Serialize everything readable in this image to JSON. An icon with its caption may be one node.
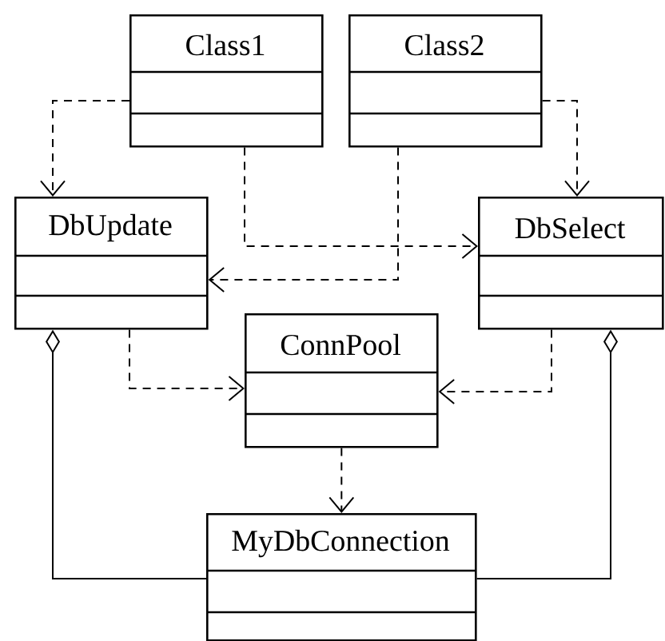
{
  "diagram": {
    "nodes": [
      {
        "text": [
          "Class1"
        ]
      },
      {
        "text": [
          "Class2"
        ]
      },
      {
        "text": [
          "DbUpdate"
        ]
      },
      {
        "text": [
          "DbSelect"
        ]
      },
      {
        "text": [
          "ConnPool"
        ]
      },
      {
        "text": [
          "MyDbConnection"
        ]
      }
    ],
    "edges": [
      {
        "from": 0,
        "to": 2,
        "arrow": "to",
        "style": "dashed"
      },
      {
        "from": 1,
        "to": 3,
        "arrow": "to",
        "style": "dashed"
      },
      {
        "from": 0,
        "to": 3,
        "arrow": "to",
        "style": "dashed"
      },
      {
        "from": 1,
        "to": 2,
        "arrow": "to",
        "style": "dashed"
      },
      {
        "from": 2,
        "to": 4,
        "arrow": "to",
        "style": "dashed"
      },
      {
        "from": 3,
        "to": 4,
        "arrow": "to",
        "style": "dashed"
      },
      {
        "from": 4,
        "to": 5,
        "arrow": "to",
        "style": "dashed"
      },
      {
        "from": 2,
        "to": 5,
        "arrow": "other"
      },
      {
        "from": 3,
        "to": 5,
        "arrow": "other"
      }
    ]
  }
}
